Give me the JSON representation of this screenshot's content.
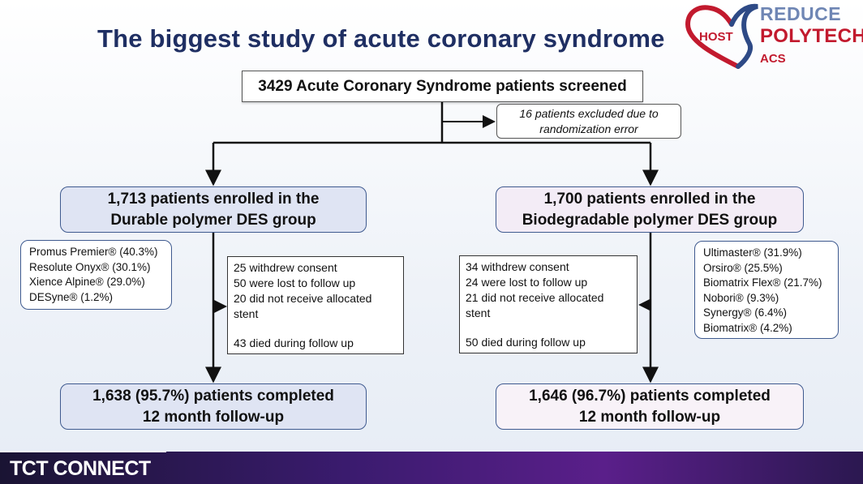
{
  "title": "The biggest study of acute coronary syndrome",
  "logo": {
    "host": "HOST",
    "reduce": "REDUCE",
    "polytech": "POLYTECH",
    "acs": "ACS"
  },
  "screened": "3429 Acute Coronary Syndrome patients screened",
  "excluded": {
    "line1": "16 patients excluded due to",
    "line2": "randomization error"
  },
  "left_group": {
    "enrolled_line1": "1,713 patients enrolled in the",
    "enrolled_line2": "Durable polymer DES group",
    "stents": [
      "Promus Premier® (40.3%)",
      "Resolute Onyx® (30.1%)",
      "Xience Alpine® (29.0%)",
      "DESyne® (1.2%)"
    ],
    "exclusions": [
      "25 withdrew consent",
      "50 were lost to follow up",
      "20 did not receive allocated",
      "stent"
    ],
    "died": "43 died during follow up",
    "completed_line1": "1,638 (95.7%) patients completed",
    "completed_line2": "12 month follow-up"
  },
  "right_group": {
    "enrolled_line1": "1,700 patients enrolled in the",
    "enrolled_line2": "Biodegradable polymer DES group",
    "stents": [
      "Ultimaster® (31.9%)",
      "Orsiro® (25.5%)",
      "Biomatrix Flex® (21.7%)",
      "Nobori® (9.3%)",
      "Synergy® (6.4%)",
      "Biomatrix® (4.2%)"
    ],
    "exclusions": [
      "34 withdrew consent",
      "24 were lost to follow up",
      "21 did not receive allocated",
      "stent"
    ],
    "died": "50 died during follow up",
    "completed_line1": "1,646 (96.7%) patients completed",
    "completed_line2": "12 month follow-up"
  },
  "footer": "TCT CONNECT",
  "colors": {
    "title": "#1f2f63",
    "left_fill": "#dfe4f3",
    "right_fill": "#f3ecf6",
    "logo_red": "#c21a2e",
    "logo_blue": "#6f86b4"
  }
}
